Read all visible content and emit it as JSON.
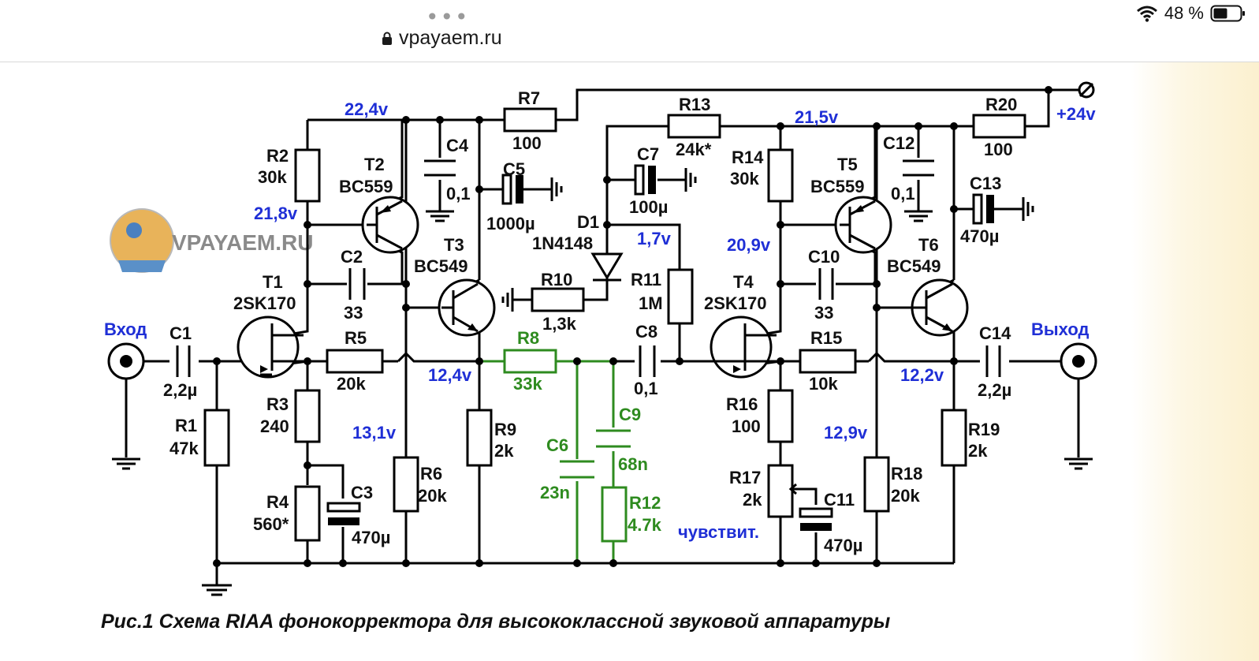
{
  "browser": {
    "url": "vpayaem.ru",
    "battery_text": "48 %"
  },
  "logo": {
    "text": "VPAYAEM.RU"
  },
  "io": {
    "input_label": "Вход",
    "output_label": "Выход",
    "supply_label": "+24v"
  },
  "components": {
    "C1": {
      "name": "C1",
      "value": "2,2µ"
    },
    "R1": {
      "name": "R1",
      "value": "47k"
    },
    "T1": {
      "name": "T1",
      "value": "2SK170"
    },
    "R2": {
      "name": "R2",
      "value": "30k"
    },
    "T2": {
      "name": "T2",
      "value": "BC559"
    },
    "C2": {
      "name": "C2",
      "value": "33"
    },
    "R3": {
      "name": "R3",
      "value": "240"
    },
    "R4": {
      "name": "R4",
      "value": "560*"
    },
    "C3": {
      "name": "C3",
      "value": "470µ"
    },
    "R5": {
      "name": "R5",
      "value": "20k"
    },
    "R6": {
      "name": "R6",
      "value": "20k"
    },
    "C4": {
      "name": "C4",
      "value": "0,1"
    },
    "C5": {
      "name": "C5",
      "value": "1000µ"
    },
    "R7": {
      "name": "R7",
      "value": "100"
    },
    "T3": {
      "name": "T3",
      "value": "BC549"
    },
    "R9": {
      "name": "R9",
      "value": "2k"
    },
    "R10": {
      "name": "R10",
      "value": "1,3k"
    },
    "D1": {
      "name": "D1",
      "value": "1N4148"
    },
    "R8": {
      "name": "R8",
      "value": "33k"
    },
    "C6": {
      "name": "C6",
      "value": "23n"
    },
    "C9": {
      "name": "C9",
      "value": "68n"
    },
    "R12": {
      "name": "R12",
      "value": "4.7k"
    },
    "R13": {
      "name": "R13",
      "value": "24k*"
    },
    "C7": {
      "name": "C7",
      "value": "100µ"
    },
    "R11": {
      "name": "R11",
      "value": "1M"
    },
    "C8": {
      "name": "C8",
      "value": "0,1"
    },
    "R14": {
      "name": "R14",
      "value": "30k"
    },
    "T5": {
      "name": "T5",
      "value": "BC559"
    },
    "T4": {
      "name": "T4",
      "value": "2SK170"
    },
    "C10": {
      "name": "C10",
      "value": "33"
    },
    "R15": {
      "name": "R15",
      "value": "10k"
    },
    "R16": {
      "name": "R16",
      "value": "100"
    },
    "R17": {
      "name": "R17",
      "value": "2k"
    },
    "C11": {
      "name": "C11",
      "value": "470µ"
    },
    "R18": {
      "name": "R18",
      "value": "20k"
    },
    "C12": {
      "name": "C12",
      "value": "0,1"
    },
    "R20": {
      "name": "R20",
      "value": "100"
    },
    "C13": {
      "name": "C13",
      "value": "470µ"
    },
    "T6": {
      "name": "T6",
      "value": "BC549"
    },
    "R19": {
      "name": "R19",
      "value": "2k"
    },
    "C14": {
      "name": "C14",
      "value": "2,2µ"
    }
  },
  "voltages": {
    "v1": "22,4v",
    "v2": "21,8v",
    "v3": "12,4v",
    "v4": "13,1v",
    "v5": "1,7v",
    "v6": "21,5v",
    "v7": "20,9v",
    "v8": "12,2v",
    "v9": "12,9v"
  },
  "notes": {
    "sensitivity": "чувствит."
  },
  "caption": "Рис.1 Схема RIAA фонокорректора для высококлассной звуковой аппаратуры",
  "colors": {
    "wire": "#000000",
    "riaa_network": "#2e8b1f",
    "voltage": "#1f2fd6"
  }
}
